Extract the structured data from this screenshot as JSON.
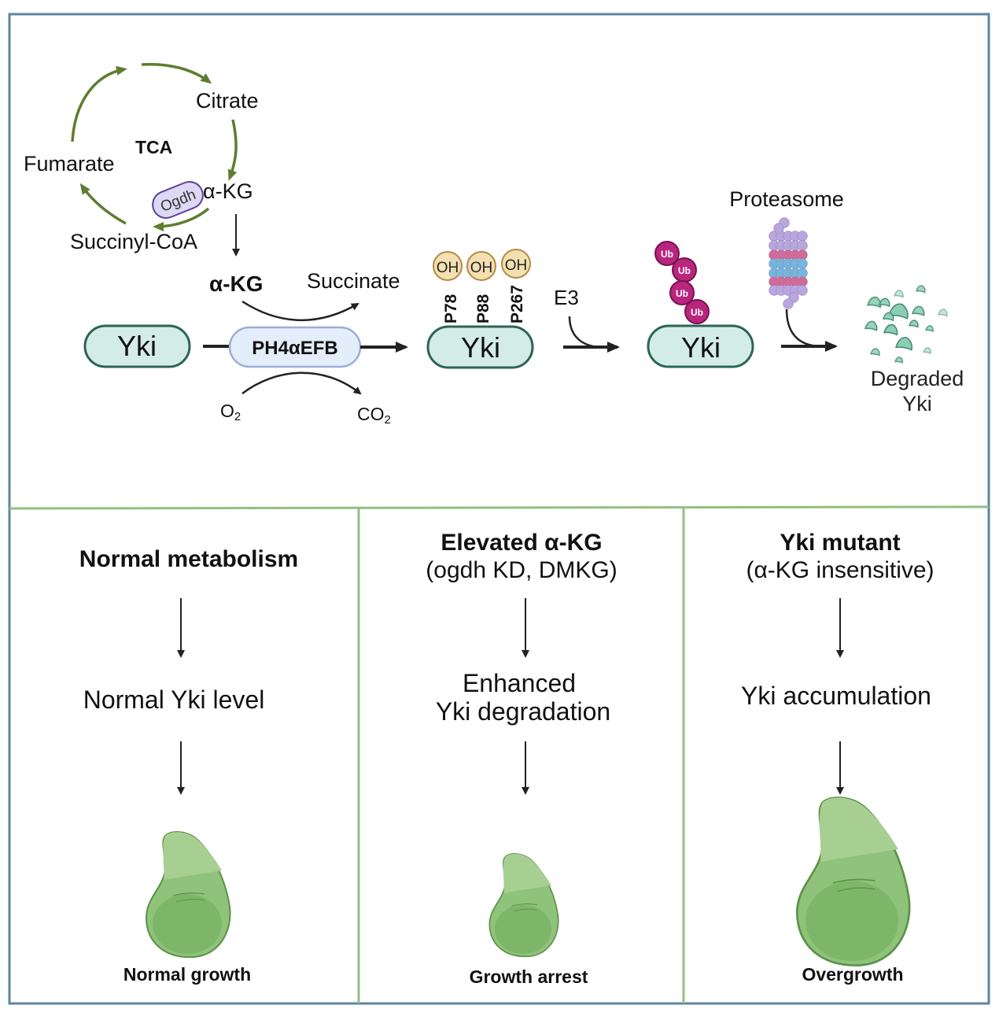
{
  "colors": {
    "outer_border": "#5d84a0",
    "panel_divider": "#93bf7f",
    "tca_arrow": "#5e7d30",
    "yki_fill": "#d3ece7",
    "yki_stroke": "#2c6455",
    "enzyme_fill": "#e4edfa",
    "enzyme_stroke": "#9aafd6",
    "ogdh_fill": "#ddd8f3",
    "ogdh_stroke": "#5a3f9b",
    "oh_fill": "#f4dfb0",
    "oh_stroke": "#b38a46",
    "ub_fill": "#b8267e",
    "ub_stroke": "#7a1252",
    "fragment_fill": "#8ccdb4",
    "fragment_stroke": "#3f8b6c",
    "wing_light": "#a7cf92",
    "wing_mid": "#8fc27a",
    "wing_dark": "#7bb466",
    "wing_stroke": "#5d9147"
  },
  "tca": {
    "center_label": "TCA",
    "citrate": "Citrate",
    "fumarate": "Fumarate",
    "akg": "α-KG",
    "succinyl_coa": "Succinyl-CoA",
    "ogdh": "Ogdh"
  },
  "reaction": {
    "substrate_akg": "α-KG",
    "product_succinate": "Succinate",
    "o2": "O",
    "o2_sub": "2",
    "co2": "CO",
    "co2_sub": "2",
    "enzyme": "PH4αEFB",
    "yki": "Yki"
  },
  "hydroxylation": {
    "oh_label": "OH",
    "sites": [
      "P78",
      "P88",
      "P267"
    ],
    "yki": "Yki"
  },
  "ubiquitination": {
    "e3": "E3",
    "ub_label": "Ub",
    "ub_count": 4,
    "yki": "Yki"
  },
  "degradation": {
    "proteasome": "Proteasome",
    "degraded_line1": "Degraded",
    "degraded_line2": "Yki"
  },
  "panels": [
    {
      "title": "Normal metabolism",
      "subtitle": "",
      "effect_lines": [
        "Normal Yki level"
      ],
      "outcome": "Normal growth",
      "wing_scale": "normal"
    },
    {
      "title": "Elevated α-KG",
      "subtitle": "(ogdh KD, DMKG)",
      "effect_lines": [
        "Enhanced",
        "Yki degradation"
      ],
      "outcome": "Growth arrest",
      "wing_scale": "small"
    },
    {
      "title": "Yki mutant",
      "subtitle": "(α-KG insensitive)",
      "effect_lines": [
        "Yki accumulation"
      ],
      "outcome": "Overgrowth",
      "wing_scale": "large"
    }
  ]
}
